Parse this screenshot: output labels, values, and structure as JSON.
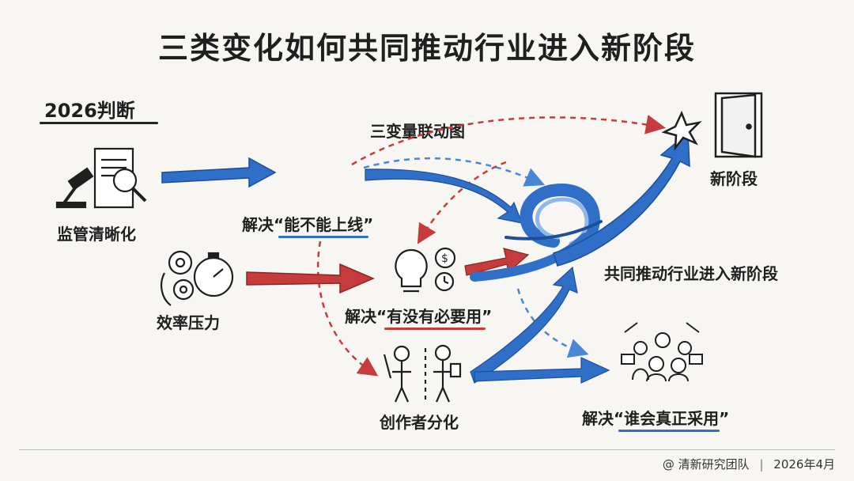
{
  "title": "三类变化如何共同推动行业进入新阶段",
  "badge": "2026判断",
  "subtitle": "三变量联动图",
  "drivers": [
    {
      "label": "监管清晰化",
      "solves": "解决“能不能上线”",
      "icon": "gavel-document-icon"
    },
    {
      "label": "效率压力",
      "solves": "解决“有没有必要用”",
      "icon": "gears-stopwatch-icon"
    },
    {
      "label": "创作者分化",
      "solves": "解决“谁会真正采用”",
      "icon": "creators-icon"
    }
  ],
  "center_label": "共同推动行业进入新阶段",
  "new_stage": "新阶段",
  "footer": {
    "source": "@ 清新研究团队",
    "separator": "|",
    "date": "2026年4月"
  },
  "colors": {
    "blue": "#2f6fc7",
    "red": "#c63b3b",
    "ink": "#1f1f1f"
  }
}
